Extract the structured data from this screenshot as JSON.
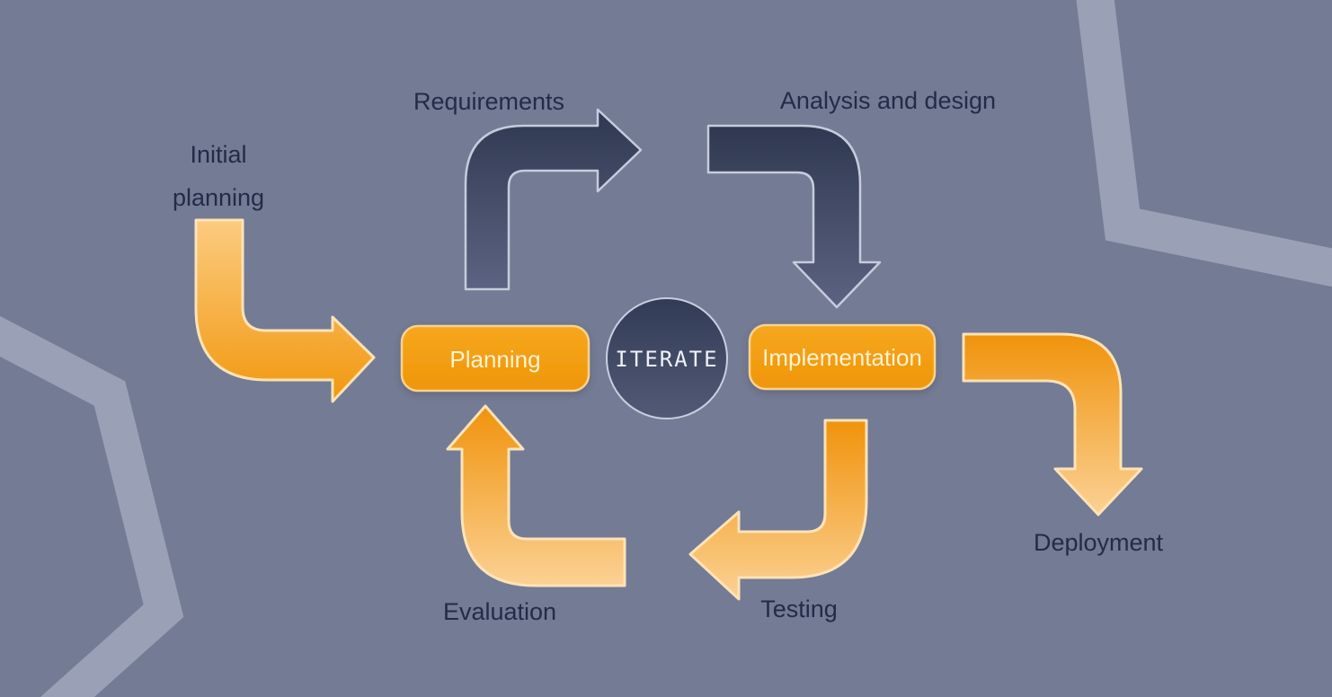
{
  "title": "Iterative development process diagram",
  "labels": {
    "initial_planning_line1": "Initial",
    "initial_planning_line2": "planning",
    "requirements": "Requirements",
    "analysis_design": "Analysis and design",
    "deployment": "Deployment",
    "testing": "Testing",
    "evaluation": "Evaluation"
  },
  "nodes": {
    "planning": "Planning",
    "iterate": "ITERATE",
    "implementation": "Implementation"
  },
  "colors": {
    "background": "#747B94",
    "hexagon_outline": "#9AA1B7",
    "arrow_dark_top": "#2F3850",
    "arrow_dark_bottom": "#5C6382",
    "arrow_dark_border": "#C6CCDD",
    "arrow_orange_dark": "#F0930C",
    "arrow_orange_light": "#FBD194",
    "arrow_orange_pale_top": "#FCCB80",
    "arrow_orange_border": "#FCE3B8",
    "box_fill_top": "#F6A71E",
    "box_fill_bottom": "#EF9608",
    "box_border": "#F8D28F",
    "box_text": "#FCF2D2",
    "circle_top": "#323B55",
    "circle_bottom": "#525A76",
    "circle_border": "#C9CFE0",
    "label_text": "#242B48",
    "iterate_text": "#EFF2F8"
  }
}
